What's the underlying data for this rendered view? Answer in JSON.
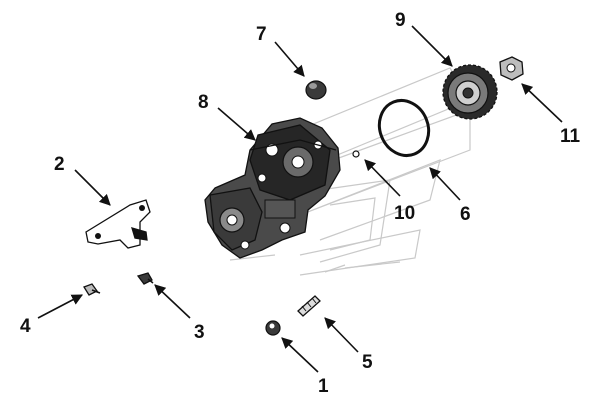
{
  "callouts": [
    {
      "id": "1",
      "label": "1"
    },
    {
      "id": "2",
      "label": "2"
    },
    {
      "id": "3",
      "label": "3"
    },
    {
      "id": "4",
      "label": "4"
    },
    {
      "id": "5",
      "label": "5"
    },
    {
      "id": "6",
      "label": "6"
    },
    {
      "id": "7",
      "label": "7"
    },
    {
      "id": "8",
      "label": "8"
    },
    {
      "id": "9",
      "label": "9"
    },
    {
      "id": "10",
      "label": "10"
    },
    {
      "id": "11",
      "label": "11"
    }
  ],
  "colors": {
    "ink": "#111111",
    "ghost_lines": "#c9c9c9",
    "background": "#ffffff"
  }
}
